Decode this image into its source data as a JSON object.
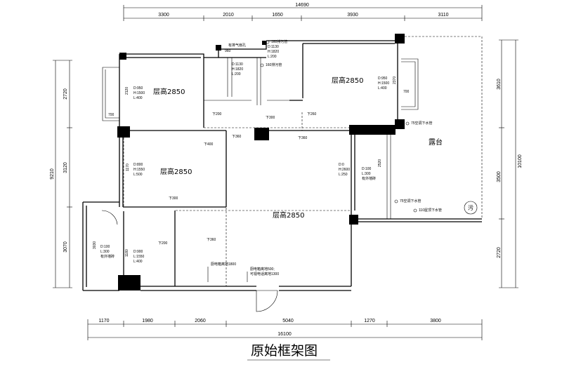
{
  "title": "原始框架图",
  "dims_top": [
    "3300",
    "2010",
    "1650",
    "3930",
    "3110"
  ],
  "dim_top_total": "14690",
  "dims_bottom": [
    "1170",
    "1980",
    "2060",
    "5040",
    "1270",
    "3800"
  ],
  "dim_bottom_total": "16100",
  "dims_left": [
    "2720",
    "3120",
    "3070"
  ],
  "dim_left_total": "9210",
  "dims_right": [
    "3610",
    "3500",
    "2720"
  ],
  "dim_right_total": "10100",
  "rooms": {
    "r1": "层高2850",
    "r2": "层高2850",
    "r3": "层高2850",
    "r4": "层高2850",
    "balcony": "露台"
  },
  "windows": {
    "w1": [
      "D:950",
      "H:1500",
      "L:400"
    ],
    "w1_h": "2120",
    "w1_w": "700",
    "w2": [
      "D:950",
      "H:1500",
      "L:400"
    ],
    "w2_h": "2370",
    "w2_w": "700",
    "w3": [
      "D:800",
      "H:1550",
      "L:500"
    ],
    "w3_h": "1170",
    "w4": [
      "D:0",
      "H:2600",
      "L:250"
    ],
    "w5": [
      "D:100",
      "L:300",
      "有外墙砖"
    ],
    "w5_h": "2520",
    "w6": [
      "D:100",
      "L:300",
      "有外墙砖"
    ],
    "w6_h": "3030",
    "w7": [
      "D:900",
      "L:1550",
      "L:400"
    ],
    "w7_h": "1180",
    "w8": [
      "D:1130",
      "H:1820",
      "L:200"
    ],
    "w9": [
      "D:1130",
      "H:1820",
      "L:200"
    ]
  },
  "labels": {
    "exhaust": "有排气扇孔",
    "exhaust_w": "960",
    "drain1": "160排污管",
    "drain2": "160排污管",
    "ac1": "75空调下水管",
    "ac2": "75空调下水管",
    "roof": "110屋顶下水管",
    "sewage": "污",
    "fridge": "厨电箱离地1800",
    "tv1": "厨电箱离地500;",
    "tv2": "可视电话离地1300",
    "down200a": "下200",
    "down200b": "下200",
    "down300a": "下300",
    "down300b": "下300",
    "down260": "下260",
    "down360a": "下360",
    "down360b": "下360",
    "down360c": "下360",
    "down400": "下400"
  }
}
